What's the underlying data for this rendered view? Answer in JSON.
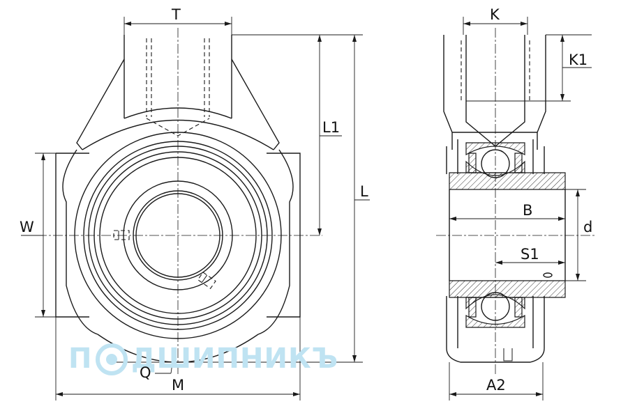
{
  "labels": {
    "T": "T",
    "K": "K",
    "K1": "K1",
    "L1": "L1",
    "L": "L",
    "W": "W",
    "B": "B",
    "d": "d",
    "S1": "S1",
    "Q": "Q",
    "M": "M",
    "A2": "A2"
  },
  "watermark": {
    "text_left": "П",
    "text_right": "ДШИПНИКЪ",
    "color": "#bfe3f2"
  }
}
